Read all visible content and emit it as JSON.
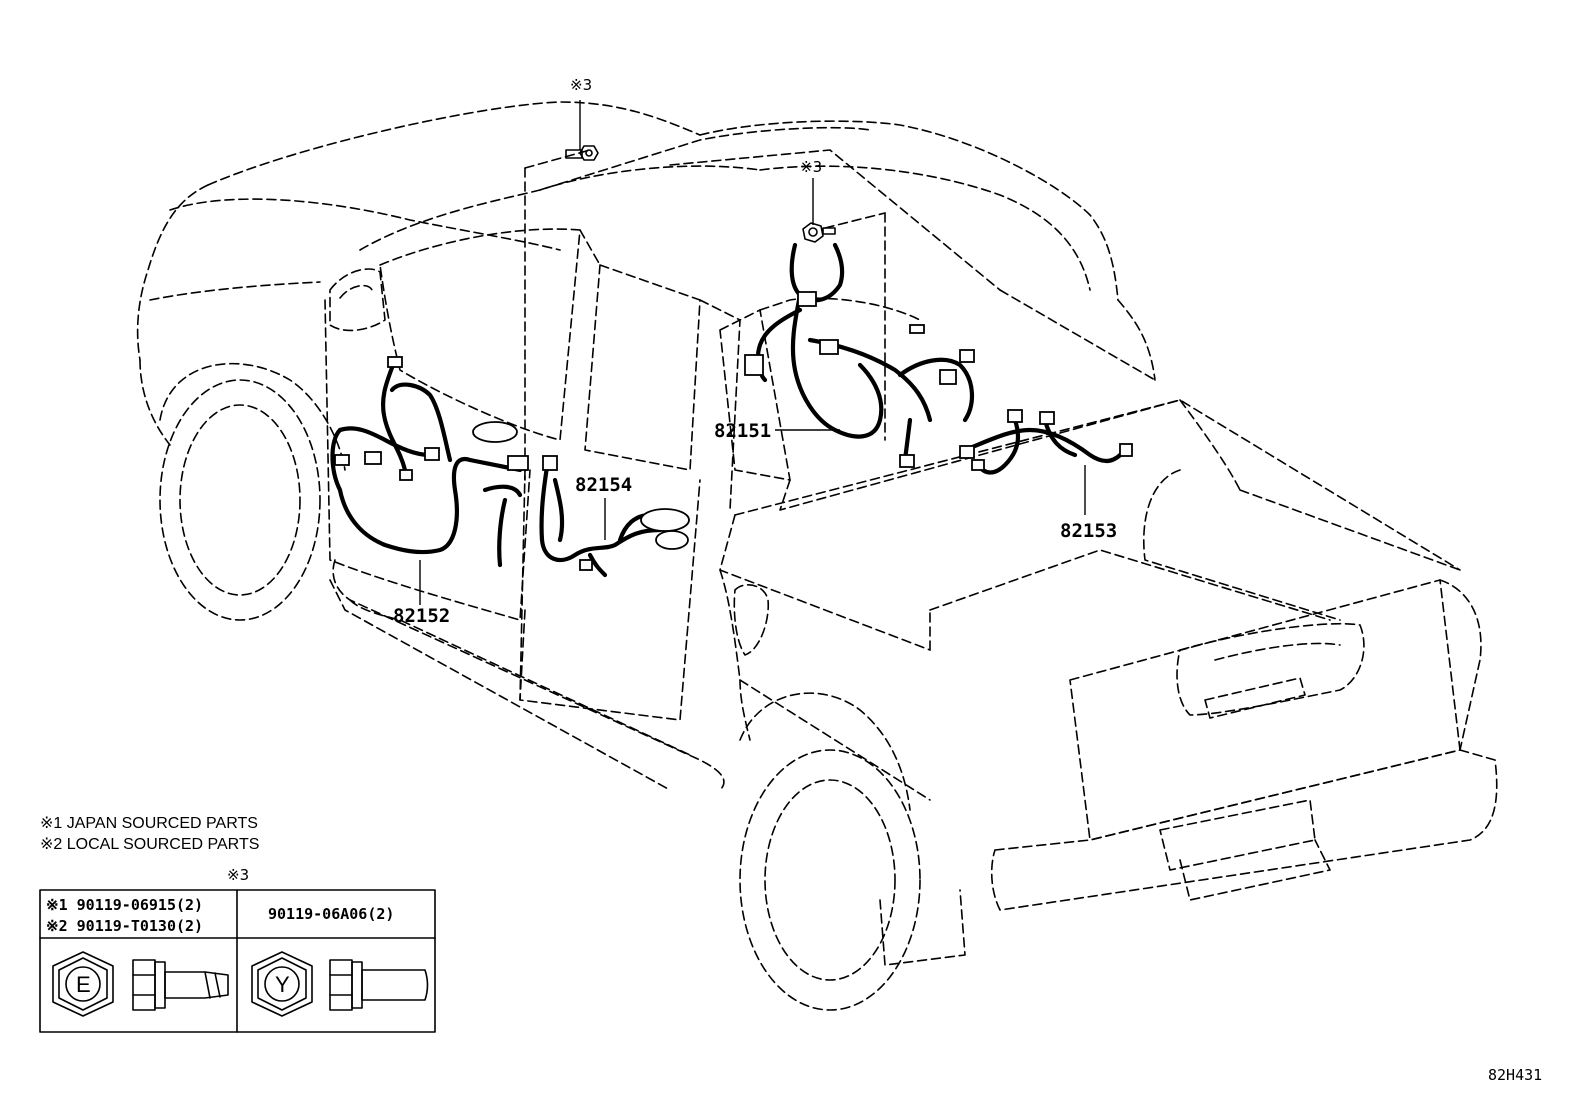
{
  "callouts": {
    "harness_main": "82151",
    "harness_front_door": "82152",
    "harness_rear": "82153",
    "harness_rear_door": "82154",
    "bolt_mark_a": "※3",
    "bolt_mark_b": "※3"
  },
  "notes": {
    "line1": "※1  JAPAN SOURCED PARTS",
    "line2": "※2  LOCAL SOURCED PARTS"
  },
  "fastener_table": {
    "mark": "※3",
    "left_row1": "※1  90119-06915(2)",
    "left_row2": "※2  90119-T0130(2)",
    "right_header": "90119-06A06(2)",
    "left_head_letter": "E",
    "right_head_letter": "Y"
  },
  "diagram_code": "82H431"
}
